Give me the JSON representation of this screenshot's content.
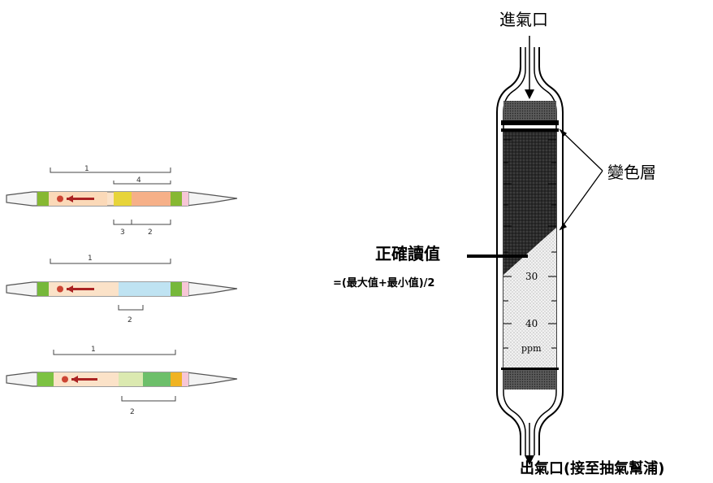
{
  "right": {
    "inlet_label": "進氣口",
    "outlet_label": "出氣口(接至抽氣幫浦)",
    "color_layer_label": "變色層",
    "reading_label": "正確讀值",
    "formula": "=(最大值+最小值)/2",
    "scale_marks": [
      "30",
      "40"
    ],
    "unit": "ppm"
  },
  "left": {
    "tubes": [
      {
        "brackets": [
          "1",
          "4",
          "3",
          "2"
        ],
        "fill_color": "#f6c49a",
        "band_color": "#b8d43c"
      },
      {
        "brackets": [
          "1",
          "2"
        ],
        "fill_color": "#bfe3f2",
        "band_color": "#7cc242"
      },
      {
        "brackets": [
          "1",
          "2"
        ],
        "fill_color": "#6dbf6a",
        "band_color": "#f0b322"
      }
    ]
  }
}
